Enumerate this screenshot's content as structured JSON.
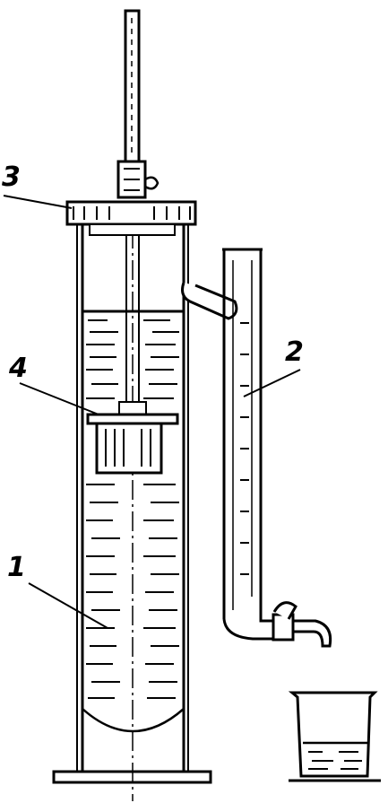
{
  "labels": {
    "cylinder": "1",
    "burette": "2",
    "lid": "3",
    "sample_holder": "4"
  },
  "colors": {
    "ink": "#000000",
    "paper": "#ffffff"
  }
}
